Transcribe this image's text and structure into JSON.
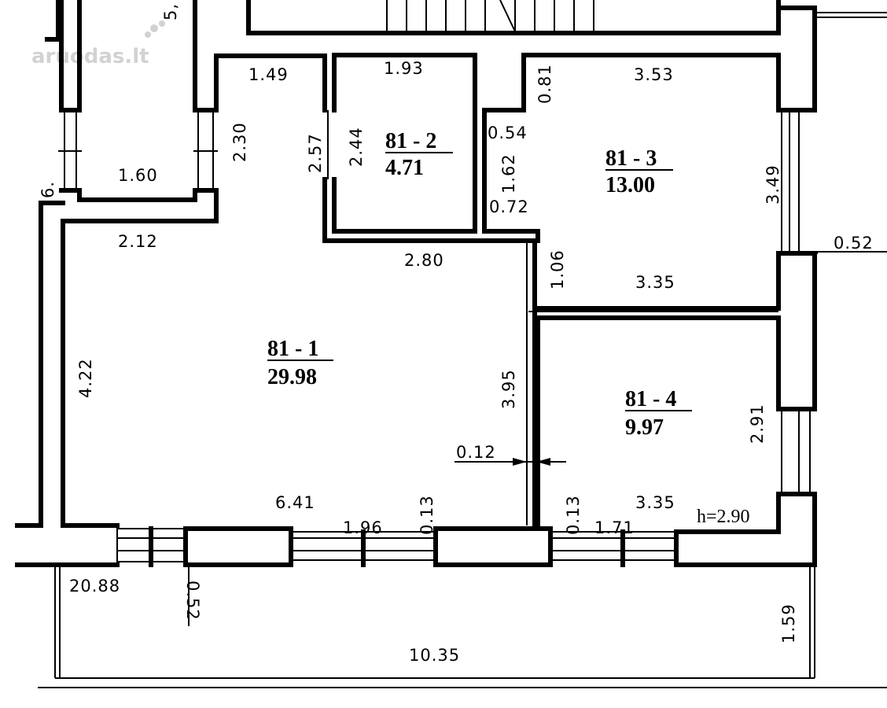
{
  "watermark": "aruodas.lt",
  "ceiling_height": "h=2.90",
  "rooms": [
    {
      "id": "81 - 1",
      "area": "29.98"
    },
    {
      "id": "81 - 2",
      "area": "4.71"
    },
    {
      "id": "81 - 3",
      "area": "13.00"
    },
    {
      "id": "81 - 4",
      "area": "9.97"
    }
  ],
  "dimensions": {
    "top_5": "5,",
    "d_1_49": "1.49",
    "d_1_93": "1.93",
    "d_0_81": "0.81",
    "d_3_53": "3.53",
    "d_2_30": "2.30",
    "d_2_57": "2.57",
    "d_2_44": "2.44",
    "d_0_54": "0.54",
    "d_1_62": "1.62",
    "d_0_72": "0.72",
    "d_3_49": "3.49",
    "d_1_60": "1.60",
    "d_left_6": "6.",
    "d_2_12": "2.12",
    "d_2_80": "2.80",
    "d_1_06": "1.06",
    "d_3_35_top": "3.35",
    "d_0_52_right": "0.52",
    "d_4_22": "4.22",
    "d_3_95": "3.95",
    "d_2_91": "2.91",
    "d_0_12": "0.12",
    "d_6_41": "6.41",
    "d_1_96": "1.96",
    "d_0_13_a": "0.13",
    "d_0_13_b": "0.13",
    "d_1_71": "1.71",
    "d_3_35_bottom": "3.35",
    "d_20_88": "20.88",
    "d_0_52_bottom": "0.52",
    "d_1_59": "1.59",
    "d_10_35": "10.35"
  }
}
